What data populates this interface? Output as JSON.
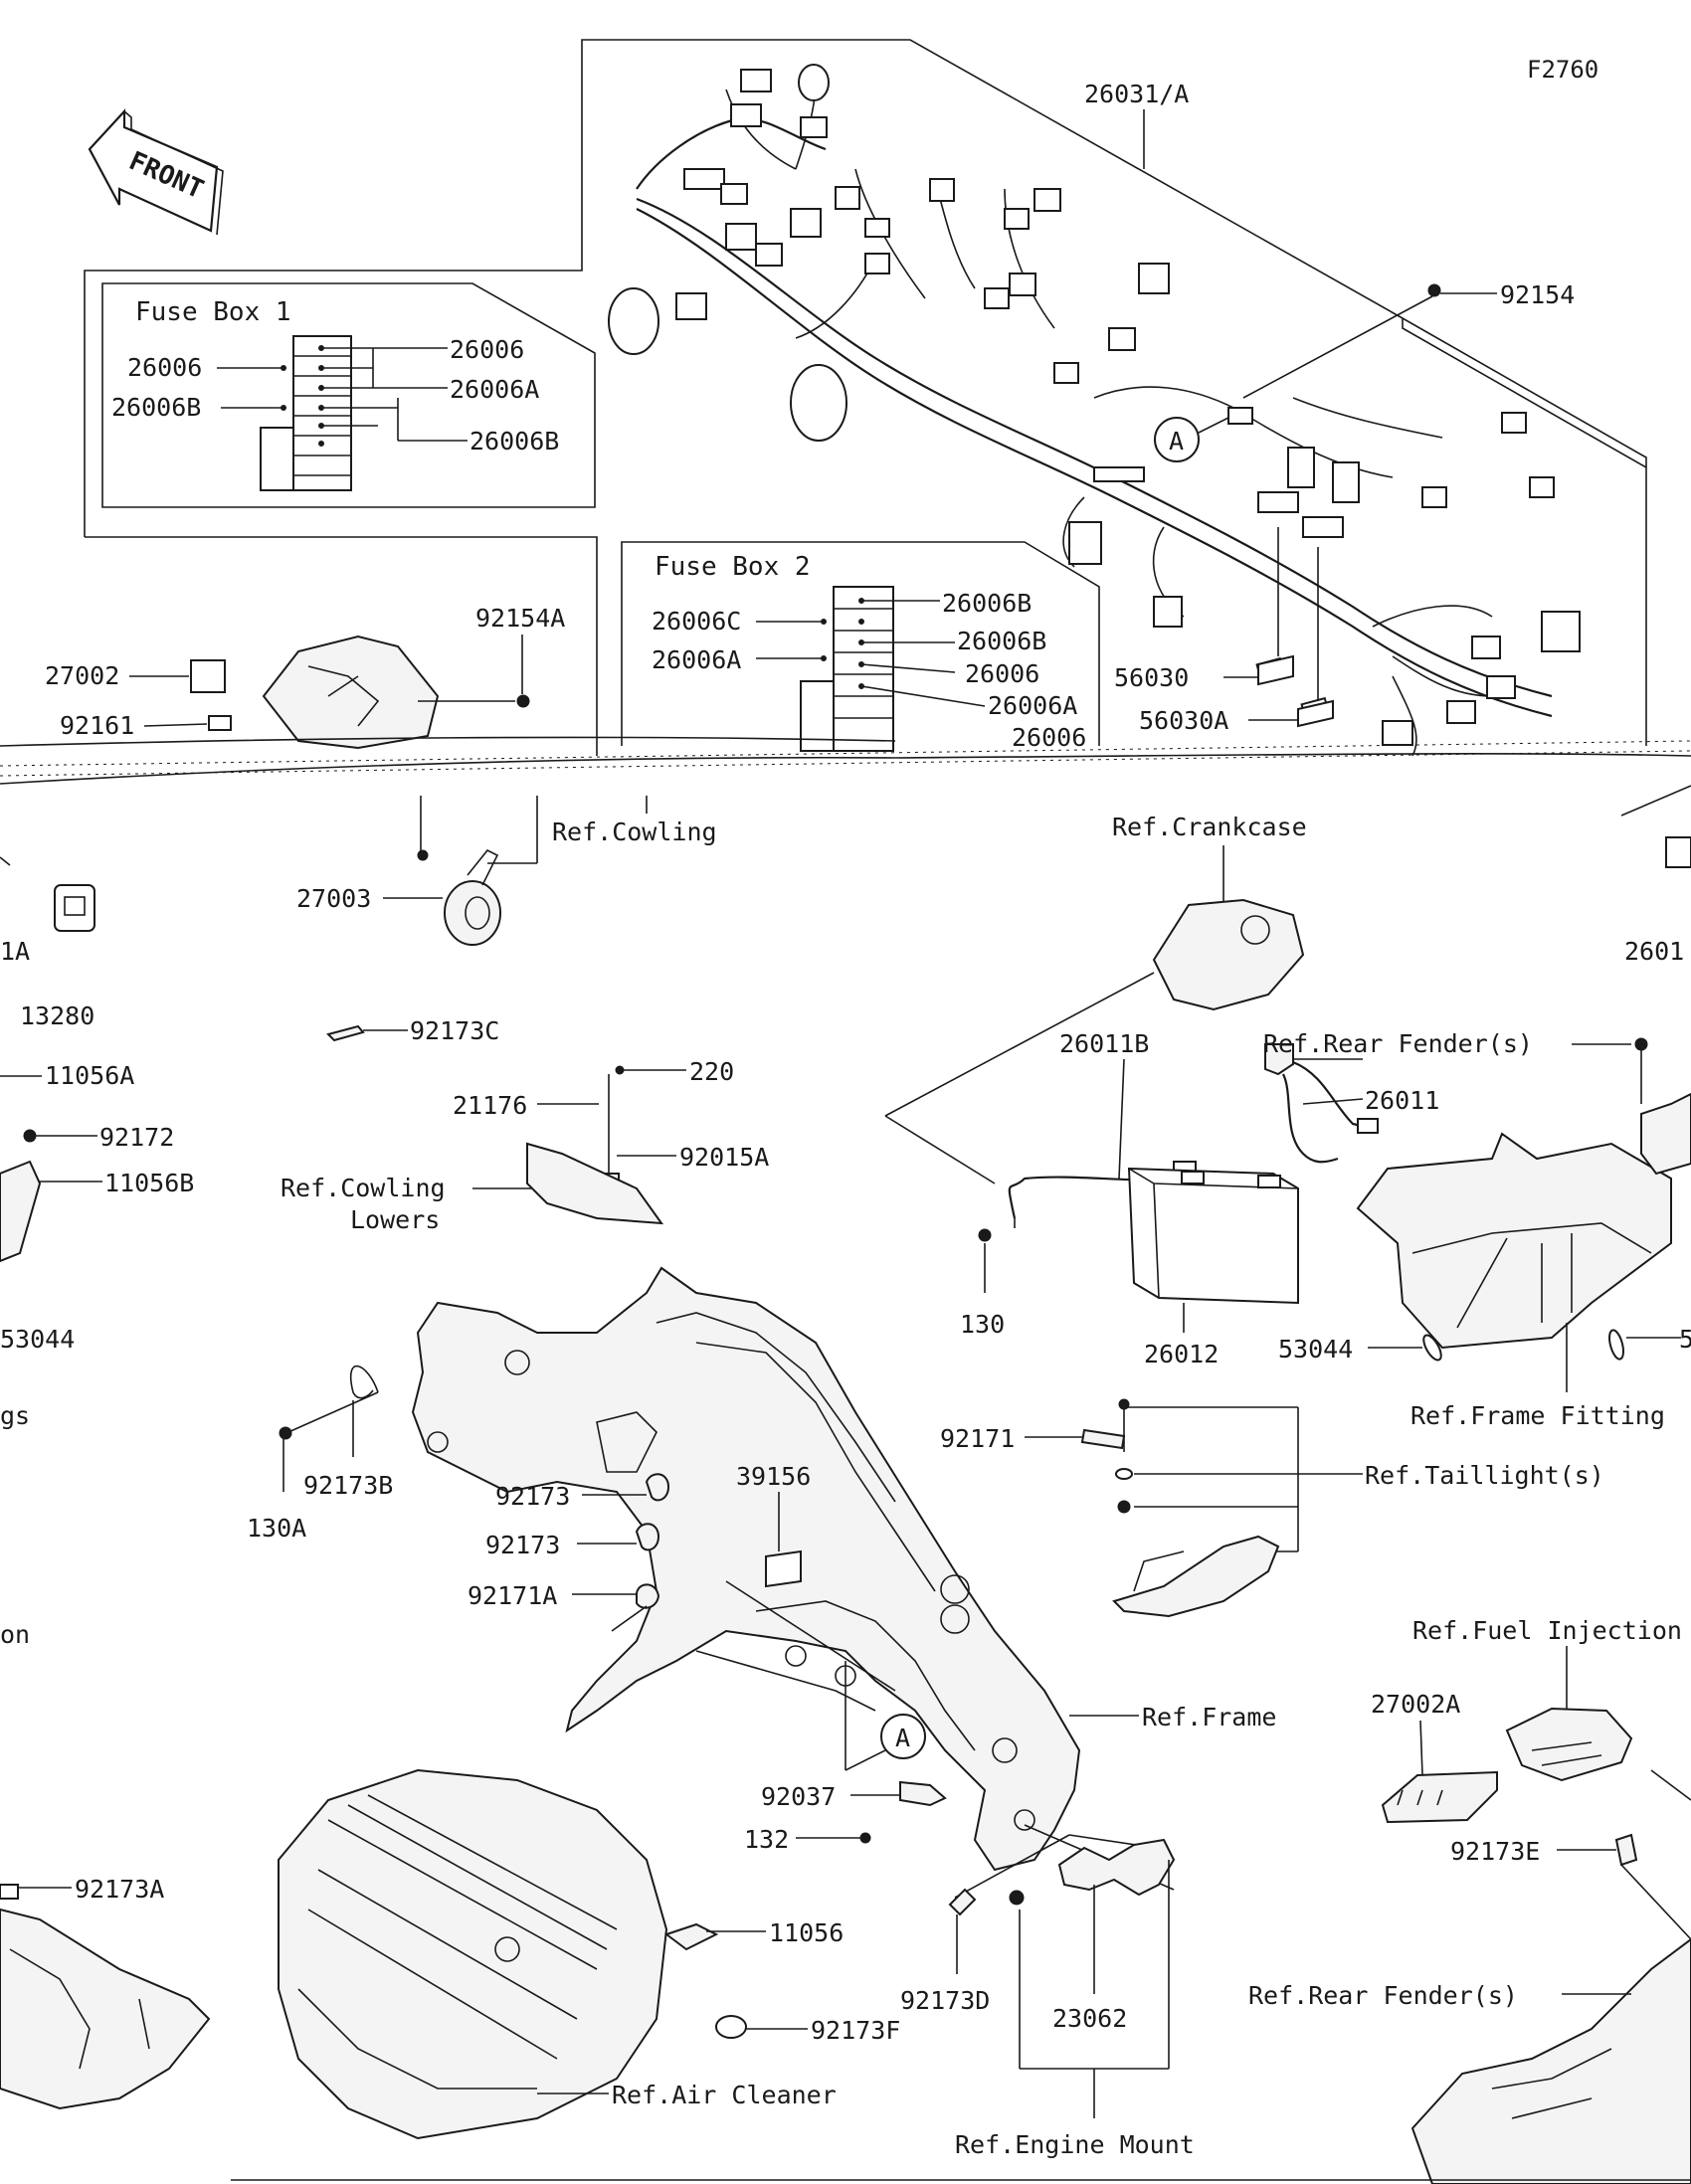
{
  "diagram_code": "F2760",
  "front_arrow_label": "FRONT",
  "circle_marker": "A",
  "fuse_box_1": {
    "title": "Fuse Box 1",
    "left_labels": [
      "26006",
      "26006B"
    ],
    "right_labels": [
      "26006",
      "26006A",
      "26006B"
    ]
  },
  "fuse_box_2": {
    "title": "Fuse Box 2",
    "left_labels": [
      "26006C",
      "26006A"
    ],
    "right_labels": [
      "26006B",
      "26006B",
      "26006",
      "26006A",
      "26006"
    ]
  },
  "top_labels": {
    "harness": "26031/A",
    "screw_top_right": "92154",
    "sticker_1": "56030",
    "sticker_2": "56030A",
    "relay": "27002",
    "relay_bracket": "92161",
    "bolt": "92154A"
  },
  "lower_labels": {
    "horn": "27003",
    "ref_cowling": "Ref.Cowling",
    "left_cut_1": "1A",
    "left_cut_2": "13280",
    "clip_c": "92173C",
    "part_11056A": "11056A",
    "screw_92172": "92172",
    "part_11056B": "11056B",
    "left_53044": "53044",
    "left_gs": "gs",
    "left_on": "on",
    "switch": "21176",
    "screw_220": "220",
    "nut_92015A": "92015A",
    "ref_cowling_lowers_1": "Ref.Cowling",
    "ref_cowling_lowers_2": "Lowers",
    "ref_crankcase": "Ref.Crankcase",
    "cut_right_2601": "2601",
    "cable_26011B": "26011B",
    "ref_rear_fender_top": "Ref.Rear Fender(s)",
    "cable_26011": "26011",
    "bolt_130": "130",
    "battery": "26012",
    "damper_53044": "53044",
    "ref_frame_fitting": "Ref.Frame Fitting",
    "right_cut_5": "5",
    "clip_92171": "92171",
    "ref_taillight": "Ref.Taillight(s)",
    "bolt_130A": "130A",
    "clip_92173B": "92173B",
    "clip_92173_a": "92173",
    "clip_92173_b": "92173",
    "label_39156": "39156",
    "clip_92171A": "92171A",
    "ref_frame": "Ref.Frame",
    "ref_fuel_injection": "Ref.Fuel Injection",
    "ecu": "27002A",
    "bracket_92037": "92037",
    "bolt_132": "132",
    "clip_92173A": "92173A",
    "part_11056": "11056",
    "clip_92173F": "92173F",
    "clip_92173D": "92173D",
    "bracket_23062": "23062",
    "clip_92173E": "92173E",
    "ref_rear_fender_bottom": "Ref.Rear Fender(s)",
    "ref_air_cleaner": "Ref.Air Cleaner",
    "ref_engine_mount": "Ref.Engine Mount"
  }
}
